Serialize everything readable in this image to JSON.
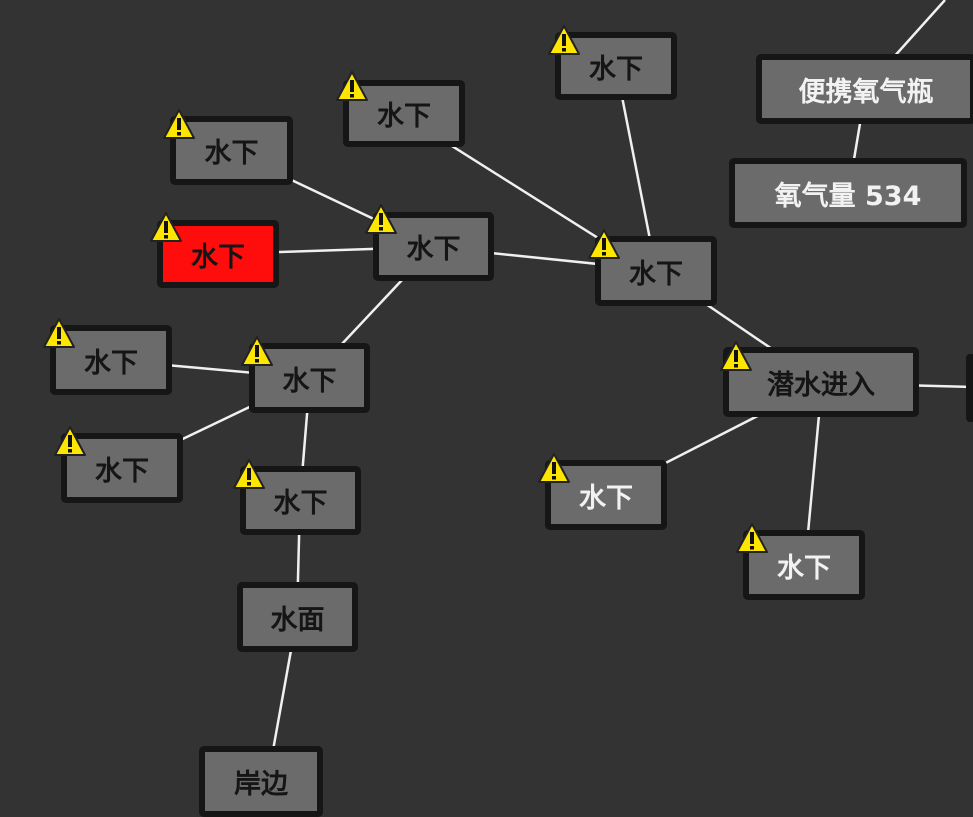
{
  "nodes": [
    {
      "id": "n1",
      "label": "水下"
    },
    {
      "id": "n2",
      "label": "水下"
    },
    {
      "id": "n3",
      "label": "水下"
    },
    {
      "id": "n4",
      "label": "水下"
    },
    {
      "id": "n5",
      "label": "水下"
    },
    {
      "id": "n6",
      "label": "水下"
    },
    {
      "id": "n7",
      "label": "水下"
    },
    {
      "id": "n8",
      "label": "水下"
    },
    {
      "id": "n9",
      "label": "水下"
    },
    {
      "id": "n10",
      "label": "水下"
    },
    {
      "id": "n11",
      "label": "水面"
    },
    {
      "id": "n12",
      "label": "岸边"
    },
    {
      "id": "n13",
      "label": "潜水进入"
    },
    {
      "id": "n14",
      "label": "水下"
    },
    {
      "id": "n15",
      "label": "水下"
    },
    {
      "id": "n16",
      "label": "便携氧气瓶"
    },
    {
      "id": "n17",
      "label": "氧气量 534"
    }
  ],
  "selected_node": "n4",
  "warning_icon": "warning-triangle-icon",
  "colors": {
    "background": "#333333",
    "node_fill": "#6b6b6b",
    "node_border": "#161616",
    "selected_fill": "#ff0d0d",
    "edge": "#f0f0f0",
    "warning_yellow": "#ffe600"
  }
}
